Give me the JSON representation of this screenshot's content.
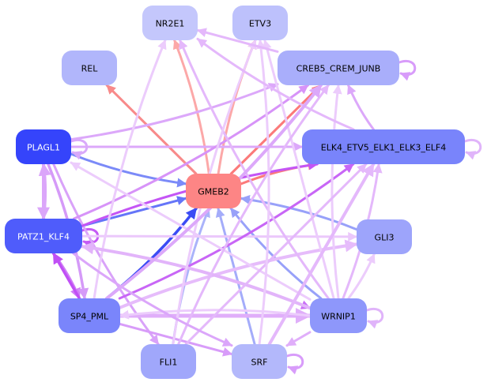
{
  "diagram": {
    "type": "directed-network",
    "nodes": [
      {
        "id": "NR2E1",
        "label": "NR2E1",
        "fill": "#c4c7fc",
        "text": "#000000"
      },
      {
        "id": "ETV3",
        "label": "ETV3",
        "fill": "#bdc1fc",
        "text": "#000000"
      },
      {
        "id": "REL",
        "label": "REL",
        "fill": "#b1b6fb",
        "text": "#000000"
      },
      {
        "id": "CREB5_CREM_JUNB",
        "label": "CREB5_CREM_JUNB",
        "fill": "#a9aefb",
        "text": "#000000"
      },
      {
        "id": "PLAGL1",
        "label": "PLAGL1",
        "fill": "#3544fb",
        "text": "#ffffff"
      },
      {
        "id": "ELK4_ETV5_ELK1_ELK3_ELF4",
        "label": "ELK4_ETV5_ELK1_ELK3_ELF4",
        "fill": "#7984fb",
        "text": "#000000"
      },
      {
        "id": "GMEB2",
        "label": "GMEB2",
        "fill": "#fd8585",
        "text": "#000000"
      },
      {
        "id": "PATZ1_KLF4",
        "label": "PATZ1_KLF4",
        "fill": "#4f5cfb",
        "text": "#ffffff"
      },
      {
        "id": "GLI3",
        "label": "GLI3",
        "fill": "#9da4fb",
        "text": "#000000"
      },
      {
        "id": "SP4_PML",
        "label": "SP4_PML",
        "fill": "#7a85fb",
        "text": "#000000"
      },
      {
        "id": "WRNIP1",
        "label": "WRNIP1",
        "fill": "#8e97fb",
        "text": "#000000"
      },
      {
        "id": "FLI1",
        "label": "FLI1",
        "fill": "#a0a7fb",
        "text": "#000000"
      },
      {
        "id": "SRF",
        "label": "SRF",
        "fill": "#b3b8fb",
        "text": "#000000"
      }
    ],
    "edges": [
      {
        "from": "GMEB2",
        "to": "REL",
        "color": "#f88a8a",
        "weight": 3
      },
      {
        "from": "GMEB2",
        "to": "NR2E1",
        "color": "#fca8a8",
        "weight": 3
      },
      {
        "from": "GMEB2",
        "to": "ETV3",
        "color": "#fca8a8",
        "weight": 3
      },
      {
        "from": "GMEB2",
        "to": "CREB5_CREM_JUNB",
        "color": "#fb7a7a",
        "weight": 3
      },
      {
        "from": "GMEB2",
        "to": "ELK4_ETV5_ELK1_ELK3_ELF4",
        "color": "#fb7a7a",
        "weight": 3
      },
      {
        "from": "PLAGL1",
        "to": "GMEB2",
        "color": "#7b8af8",
        "weight": 3
      },
      {
        "from": "PATZ1_KLF4",
        "to": "GMEB2",
        "color": "#6575f8",
        "weight": 3
      },
      {
        "from": "SP4_PML",
        "to": "GMEB2",
        "color": "#3b4cf5",
        "weight": 3.5
      },
      {
        "from": "FLI1",
        "to": "GMEB2",
        "color": "#aab3fa",
        "weight": 3
      },
      {
        "from": "SRF",
        "to": "GMEB2",
        "color": "#a4acfa",
        "weight": 3
      },
      {
        "from": "WRNIP1",
        "to": "GMEB2",
        "color": "#98a1f9",
        "weight": 3
      },
      {
        "from": "GLI3",
        "to": "GMEB2",
        "color": "#98a1f9",
        "weight": 3
      },
      {
        "from": "PLAGL1",
        "to": "PLAGL1",
        "color": "#d9a9fa",
        "weight": 3
      },
      {
        "from": "PATZ1_KLF4",
        "to": "PATZ1_KLF4",
        "color": "#c55af5",
        "weight": 3
      },
      {
        "from": "CREB5_CREM_JUNB",
        "to": "CREB5_CREM_JUNB",
        "color": "#d89cfa",
        "weight": 3
      },
      {
        "from": "ELK4_ETV5_ELK1_ELK3_ELF4",
        "to": "ELK4_ETV5_ELK1_ELK3_ELF4",
        "color": "#e0b4fa",
        "weight": 3
      },
      {
        "from": "WRNIP1",
        "to": "WRNIP1",
        "color": "#e0b4fa",
        "weight": 3
      },
      {
        "from": "SRF",
        "to": "SRF",
        "color": "#d89cfa",
        "weight": 3
      },
      {
        "from": "PLAGL1",
        "to": "PATZ1_KLF4",
        "color": "#dba6fa",
        "weight": 4
      },
      {
        "from": "PATZ1_KLF4",
        "to": "PLAGL1",
        "color": "#dba6fa",
        "weight": 4
      },
      {
        "from": "PATZ1_KLF4",
        "to": "SP4_PML",
        "color": "#d07ef7",
        "weight": 3.5
      },
      {
        "from": "SP4_PML",
        "to": "PATZ1_KLF4",
        "color": "#c04ff5",
        "weight": 3.5
      },
      {
        "from": "PLAGL1",
        "to": "SP4_PML",
        "color": "#d59af8",
        "weight": 3.5
      },
      {
        "from": "PLAGL1",
        "to": "CREB5_CREM_JUNB",
        "color": "#dca8fa",
        "weight": 3
      },
      {
        "from": "PLAGL1",
        "to": "ELK4_ETV5_ELK1_ELK3_ELF4",
        "color": "#dca8fa",
        "weight": 3
      },
      {
        "from": "PLAGL1",
        "to": "FLI1",
        "color": "#d9a2f9",
        "weight": 3
      },
      {
        "from": "PATZ1_KLF4",
        "to": "ELK4_ETV5_ELK1_ELK3_ELF4",
        "color": "#c455f5",
        "weight": 3
      },
      {
        "from": "PATZ1_KLF4",
        "to": "GLI3",
        "color": "#ebc8fb",
        "weight": 3
      },
      {
        "from": "PATZ1_KLF4",
        "to": "WRNIP1",
        "color": "#c86ef6",
        "weight": 3
      },
      {
        "from": "PATZ1_KLF4",
        "to": "CREB5_CREM_JUNB",
        "color": "#d793f8",
        "weight": 3
      },
      {
        "from": "SP4_PML",
        "to": "WRNIP1",
        "color": "#e0aefa",
        "weight": 5
      },
      {
        "from": "SP4_PML",
        "to": "ELK4_ETV5_ELK1_ELK3_ELF4",
        "color": "#c866f6",
        "weight": 3
      },
      {
        "from": "SP4_PML",
        "to": "GLI3",
        "color": "#e6bcfb",
        "weight": 4
      },
      {
        "from": "SP4_PML",
        "to": "SRF",
        "color": "#d89cf9",
        "weight": 3
      },
      {
        "from": "SP4_PML",
        "to": "NR2E1",
        "color": "#ecccfc",
        "weight": 3
      },
      {
        "from": "WRNIP1",
        "to": "SP4_PML",
        "color": "#ecccfc",
        "weight": 3
      },
      {
        "from": "WRNIP1",
        "to": "SRF",
        "color": "#e0aefa",
        "weight": 3
      },
      {
        "from": "WRNIP1",
        "to": "GLI3",
        "color": "#ecccfc",
        "weight": 3
      },
      {
        "from": "WRNIP1",
        "to": "NR2E1",
        "color": "#e4b8fb",
        "weight": 3
      },
      {
        "from": "WRNIP1",
        "to": "ETV3",
        "color": "#ecccfc",
        "weight": 3
      },
      {
        "from": "WRNIP1",
        "to": "CREB5_CREM_JUNB",
        "color": "#ecccfc",
        "weight": 3
      },
      {
        "from": "WRNIP1",
        "to": "ELK4_ETV5_ELK1_ELK3_ELF4",
        "color": "#e4b8fb",
        "weight": 3
      },
      {
        "from": "WRNIP1",
        "to": "PLAGL1",
        "color": "#ecccfc",
        "weight": 3
      },
      {
        "from": "WRNIP1",
        "to": "PATZ1_KLF4",
        "color": "#e2b4fa",
        "weight": 4
      },
      {
        "from": "FLI1",
        "to": "ETV3",
        "color": "#ecccfc",
        "weight": 3
      },
      {
        "from": "FLI1",
        "to": "ELK4_ETV5_ELK1_ELK3_ELF4",
        "color": "#e4b8fb",
        "weight": 3
      },
      {
        "from": "FLI1",
        "to": "CREB5_CREM_JUNB",
        "color": "#e4b8fb",
        "weight": 3
      },
      {
        "from": "SRF",
        "to": "ETV3",
        "color": "#ecccfc",
        "weight": 3
      },
      {
        "from": "SRF",
        "to": "ELK4_ETV5_ELK1_ELK3_ELF4",
        "color": "#e4b8fb",
        "weight": 4
      },
      {
        "from": "PATZ1_KLF4",
        "to": "SRF",
        "color": "#dba6fa",
        "weight": 3
      },
      {
        "from": "ELK4_ETV5_ELK1_ELK3_ELF4",
        "to": "CREB5_CREM_JUNB",
        "color": "#dca8fa",
        "weight": 3
      },
      {
        "from": "CREB5_CREM_JUNB",
        "to": "NR2E1",
        "color": "#e4b8fb",
        "weight": 3
      },
      {
        "from": "ELK4_ETV5_ELK1_ELK3_ELF4",
        "to": "NR2E1",
        "color": "#e4b8fb",
        "weight": 3
      },
      {
        "from": "SP4_PML",
        "to": "CREB5_CREM_JUNB",
        "color": "#dca8fa",
        "weight": 4
      }
    ]
  }
}
